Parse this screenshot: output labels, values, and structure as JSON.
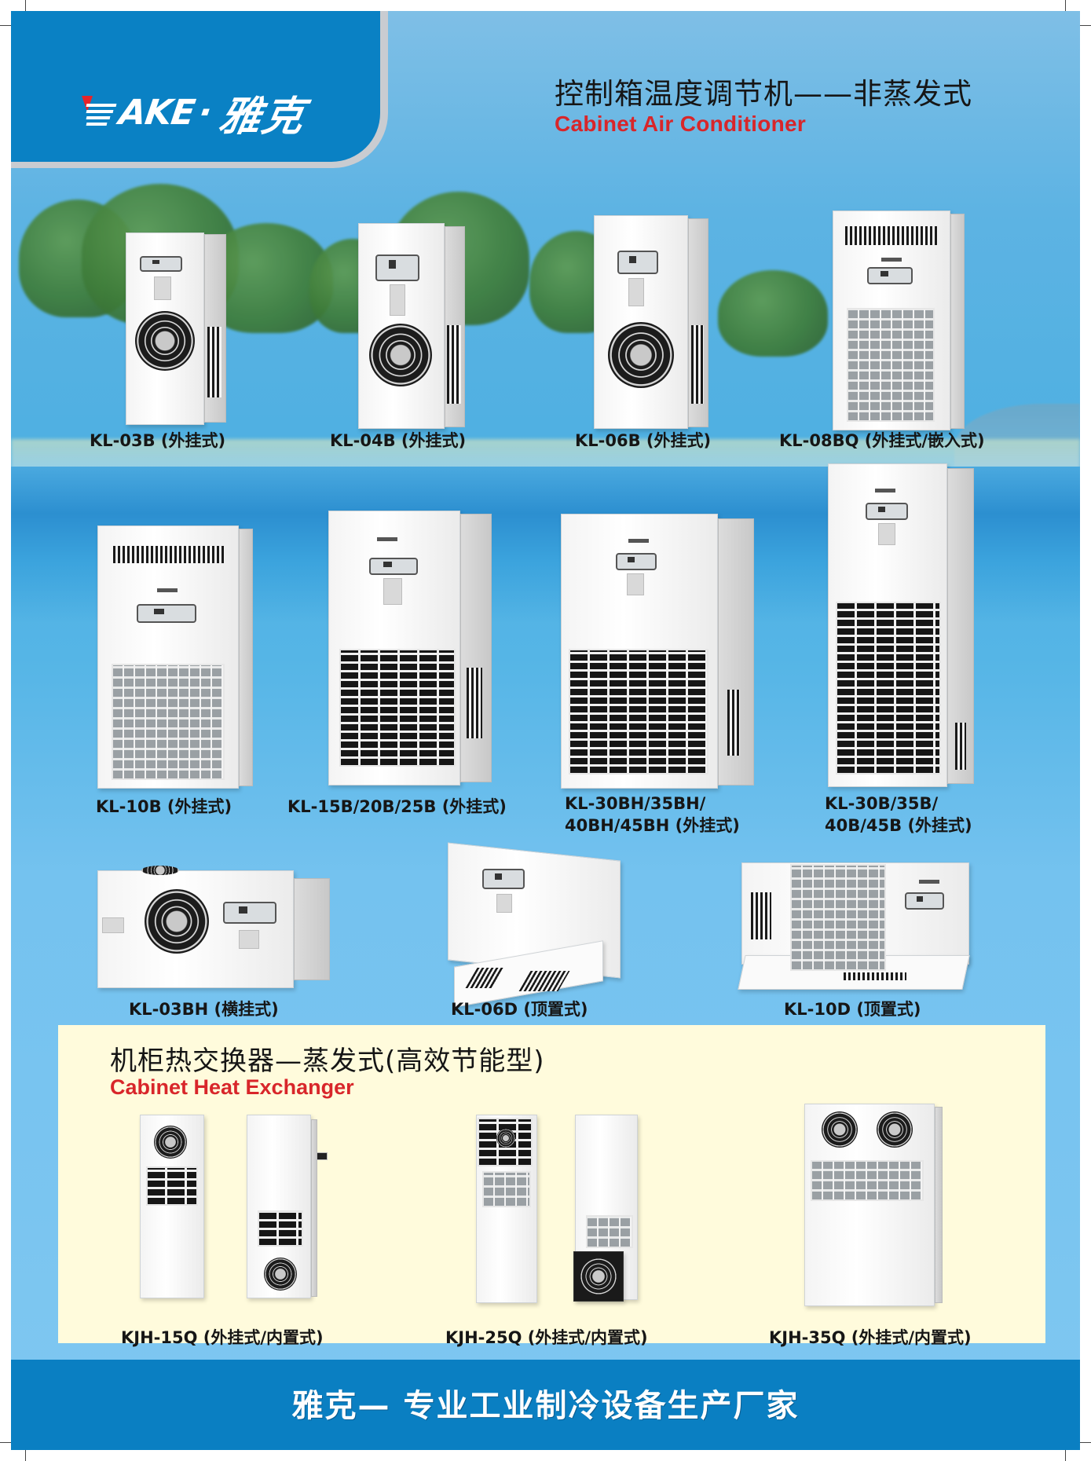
{
  "brand": {
    "logo_latin": "AKE",
    "logo_separator": "·",
    "logo_cn": "雅克",
    "colors": {
      "header_blue": "#0a81c4",
      "accent_red": "#d8262a",
      "sky_blue": "#55b5e6",
      "panel_cream": "#fffbdc"
    }
  },
  "section_ac": {
    "title_cn": "控制箱温度调节机——非蒸发式",
    "title_en": "Cabinet Air Conditioner",
    "products": [
      {
        "model": "KL-03B (外挂式)"
      },
      {
        "model": "KL-04B (外挂式)"
      },
      {
        "model": "KL-06B (外挂式)"
      },
      {
        "model": "KL-08BQ (外挂式/嵌入式)"
      },
      {
        "model": "KL-10B (外挂式)"
      },
      {
        "model": "KL-15B/20B/25B (外挂式)"
      },
      {
        "model_line1": "KL-30BH/35BH/",
        "model_line2": "40BH/45BH (外挂式)"
      },
      {
        "model_line1": "KL-30B/35B/",
        "model_line2": "40B/45B (外挂式)"
      },
      {
        "model": "KL-03BH (横挂式)"
      },
      {
        "model": "KL-06D (顶置式)"
      },
      {
        "model": "KL-10D (顶置式)"
      }
    ]
  },
  "section_hx": {
    "title_cn": "机柜热交换器—蒸发式(高效节能型)",
    "title_en": "Cabinet Heat Exchanger",
    "products": [
      {
        "model": "KJH-15Q (外挂式/内置式)"
      },
      {
        "model": "KJH-25Q (外挂式/内置式)"
      },
      {
        "model": "KJH-35Q (外挂式/内置式)"
      }
    ]
  },
  "footer": {
    "slogan": "雅克— 专业工业制冷设备生产厂家"
  }
}
